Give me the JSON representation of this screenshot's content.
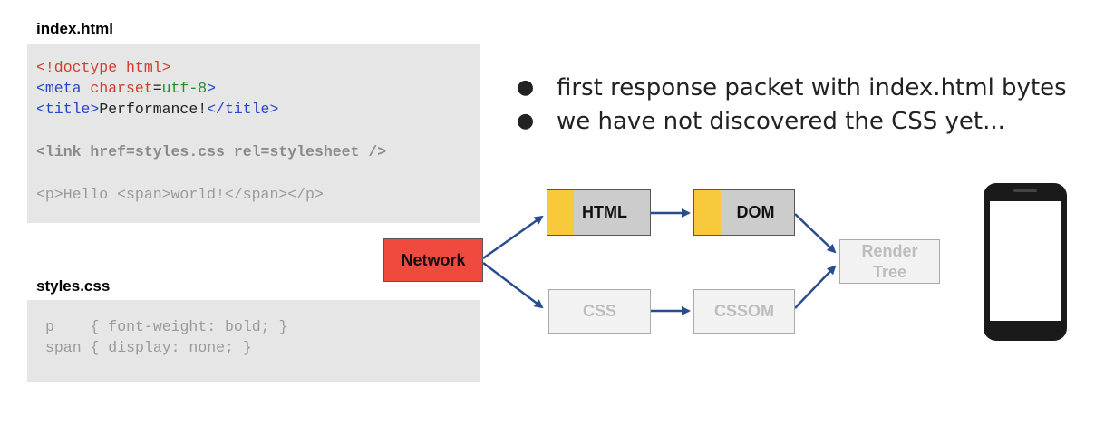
{
  "index_html": {
    "title": "index.html",
    "lines": [
      {
        "tokens": [
          {
            "t": "<!doctype html>",
            "c": "red"
          }
        ]
      },
      {
        "tokens": [
          {
            "t": "<meta ",
            "c": "blue"
          },
          {
            "t": "charset",
            "c": "red"
          },
          {
            "t": "=",
            "c": "dark"
          },
          {
            "t": "utf-8",
            "c": "green"
          },
          {
            "t": ">",
            "c": "blue"
          }
        ]
      },
      {
        "tokens": [
          {
            "t": "<title>",
            "c": "blue"
          },
          {
            "t": "Performance!",
            "c": "dark"
          },
          {
            "t": "</title>",
            "c": "blue"
          }
        ]
      },
      {
        "tokens": [
          {
            "t": "<link href=styles.css rel=stylesheet />",
            "c": "boldgray"
          }
        ]
      },
      {
        "tokens": [
          {
            "t": "<p>Hello <span>world!</span></p>",
            "c": "gray"
          }
        ]
      }
    ]
  },
  "styles_css": {
    "title": "styles.css",
    "lines": [
      "p    { font-weight: bold; }",
      "span { display: none; }"
    ]
  },
  "bullets": [
    "first response packet with index.html bytes",
    "we have not discovered the CSS yet..."
  ],
  "diagram": {
    "network": "Network",
    "html": "HTML",
    "dom": "DOM",
    "css": "CSS",
    "cssom": "CSSOM",
    "render_tree_line1": "Render",
    "render_tree_line2": "Tree"
  },
  "colors": {
    "network": "#f04a3e",
    "active": "#cccccc",
    "yellow": "#f9c93c",
    "inactive_fill": "#f2f2f2",
    "inactive_text": "#bdbdbd",
    "arrow": "#284d8f"
  }
}
